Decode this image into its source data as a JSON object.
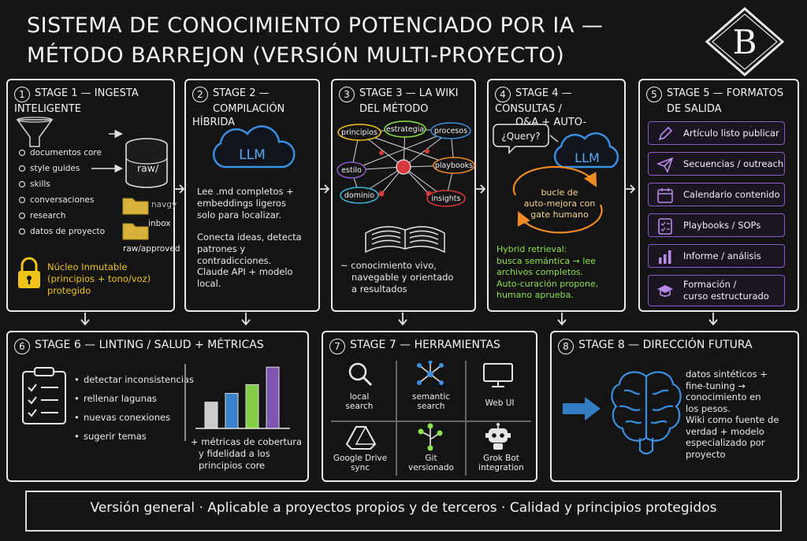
{
  "title_line1": "SISTEMA DE CONOCIMIENTO POTENCIADO POR IA —",
  "title_line2": "MÉTODO BARREJON (VERSIÓN MULTI-PROYECTO)",
  "logo_letter": "B",
  "stage1": {
    "num": "1",
    "title1": "STAGE 1 — INGESTA",
    "title2": "INTELIGENTE",
    "inputs": [
      "documentos core",
      "style guides",
      "skills",
      "conversaciones",
      "research",
      "datos de proyecto"
    ],
    "raw_label": "raw/",
    "folder1": "inbox",
    "folder1_overlay": "navgy",
    "folder2": "raw/approved",
    "lock_text1": "Núcleo Inmutable",
    "lock_text2": "(principios + tono/voz)",
    "lock_text3": "protegido"
  },
  "stage2": {
    "num": "2",
    "title1": "STAGE 2 —",
    "title2": "COMPILACIÓN HÍBRIDA",
    "cloud": "LLM",
    "p1": [
      "Lee .md completos +",
      "embeddings ligeros",
      "solo para localizar."
    ],
    "p2": [
      "Conecta ideas, detecta",
      "patrones y contradicciones."
    ],
    "p3": [
      "Claude API + modelo",
      "local."
    ]
  },
  "stage3": {
    "num": "3",
    "title1": "STAGE 3 — LA WIKI",
    "title2": "DEL MÉTODO",
    "nodes": [
      "principios",
      "estrategia",
      "procesos",
      "estilo",
      "playbooks",
      "dominio",
      "insights"
    ],
    "caption": [
      "~ conocimiento vivo,",
      "navegable y orientado",
      "a resultados"
    ]
  },
  "stage4": {
    "num": "4",
    "title1": "STAGE 4 — CONSULTAS /",
    "title2": "Q&A + AUTO-MEJORA",
    "query": "¿Query?",
    "cloud": "LLM",
    "loop": [
      "bucle de",
      "auto-mejora con",
      "gate humano"
    ],
    "green": [
      "Hybrid retrieval:",
      "busca semántica → lee",
      "archivos completos.",
      "Auto-curación propone,",
      "humano aprueba."
    ]
  },
  "stage5": {
    "num": "5",
    "title1": "STAGE 5 — FORMATOS",
    "title2": "DE SALIDA",
    "formats": [
      "Artículo listo publicar",
      "Secuencias / outreach",
      "Calendario contenido",
      "Playbooks / SOPs",
      "Informe / análisis",
      "Formación /",
      "curso estructurado"
    ]
  },
  "stage6": {
    "num": "6",
    "title": "STAGE 6 — LINTING / SALUD + MÉTRICAS",
    "items": [
      "detectar inconsistencias",
      "rellenar lagunas",
      "nuevas conexiones",
      "sugerir temas"
    ],
    "metrics": [
      "+ métricas de cobertura",
      "y fidelidad a los",
      "principios core"
    ],
    "chart_data": {
      "type": "bar",
      "values": [
        3,
        4,
        5,
        7
      ]
    }
  },
  "stage7": {
    "num": "7",
    "title": "STAGE 7 — HERRAMIENTAS",
    "tools": [
      [
        "local",
        "search"
      ],
      [
        "semantic",
        "search"
      ],
      [
        "Web UI"
      ],
      [
        "Google Drive",
        "sync"
      ],
      [
        "Git",
        "versionado"
      ],
      [
        "Grok Bot",
        "integration"
      ]
    ]
  },
  "stage8": {
    "num": "8",
    "title": "STAGE 8 — DIRECCIÓN FUTURA",
    "text": [
      "datos sintéticos +",
      "fine-tuning →",
      "conocimiento en",
      "los pesos.",
      "Wiki como fuente de",
      "verdad + modelo",
      "especializado por",
      "proyecto"
    ]
  },
  "footer": "Versión general · Aplicable a proyectos propios y de terceros · Calidad y principios protegidos",
  "colors": {
    "purple": "#8a5cc7",
    "yellow": "#f0c419",
    "green": "#8ee04c",
    "blue": "#3b8fe0",
    "orange": "#f08a24",
    "red": "#d63a3a"
  }
}
